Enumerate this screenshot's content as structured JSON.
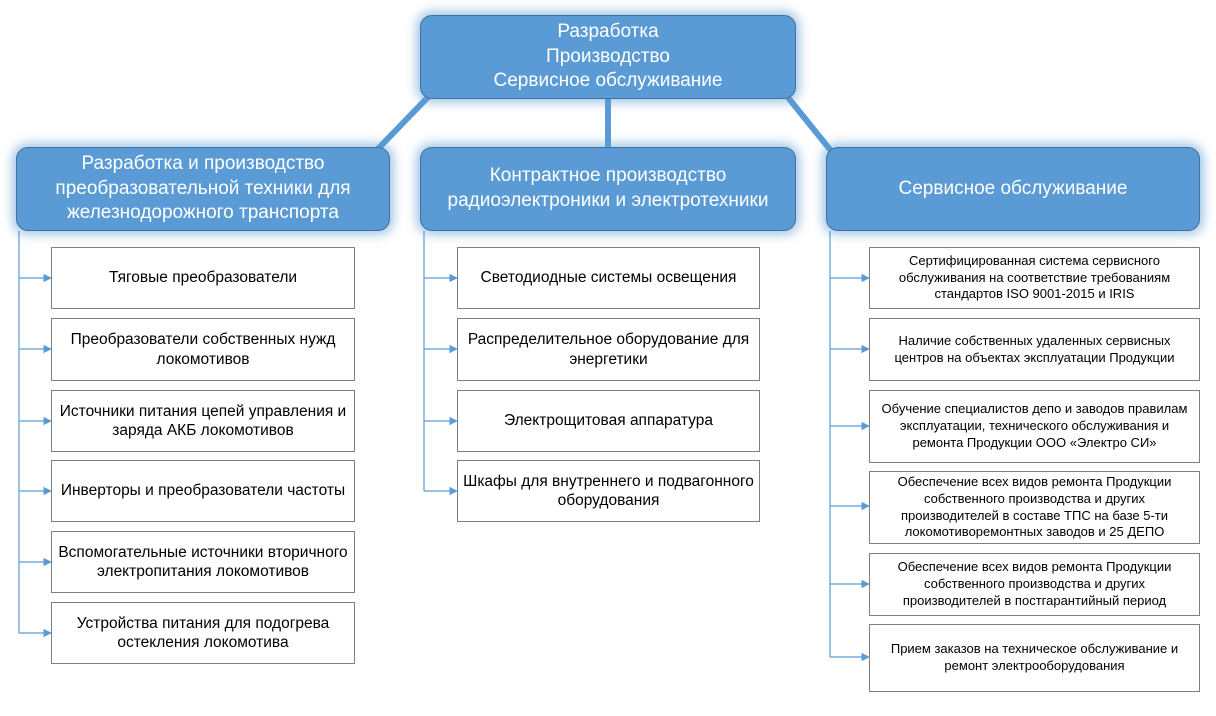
{
  "root": {
    "lines": [
      "Разработка",
      "Производство",
      "Сервисное обслуживание"
    ]
  },
  "branches": [
    {
      "title": "Разработка и производство преобразовательной техники для железнодорожного транспорта",
      "items": [
        "Тяговые преобразователи",
        "Преобразователи собственных нужд локомотивов",
        "Источники питания цепей управления и заряда АКБ локомотивов",
        "Инверторы и преобразователи частоты",
        "Вспомогательные источники вторичного электропитания локомотивов",
        "Устройства питания для подогрева остекления локомотива"
      ]
    },
    {
      "title": "Контрактное производство радиоэлектроники и электротехники",
      "items": [
        "Светодиодные системы освещения",
        "Распределительное оборудование для энергетики",
        "Электрощитовая аппаратура",
        "Шкафы для внутреннего и подвагонного оборудования"
      ]
    },
    {
      "title": "Сервисное обслуживание",
      "items": [
        "Сертифицированная система сервисного обслуживания на соответствие требованиям стандартов ISO 9001-2015 и IRIS",
        "Наличие собственных удаленных сервисных центров на объектах эксплуатации Продукции",
        "Обучение специалистов депо и заводов правилам эксплуатации, технического обслуживания и ремонта Продукции ООО «Электро СИ»",
        "Обеспечение всех видов ремонта Продукции собственного производства и других производителей в составе ТПС на базе 5-ти локомотиворемонтных заводов и 25 ДЕПО",
        "Обеспечение всех видов ремонта Продукции собственного производства и других производителей в постгарантийный период",
        "Прием заказов на техническое обслуживание и ремонт электрооборудования"
      ]
    }
  ],
  "colors": {
    "header_fill": "#5b9bd5",
    "header_border": "#41719c",
    "connector": "#5b9bd5",
    "leaf_border": "#7f7f7f"
  }
}
